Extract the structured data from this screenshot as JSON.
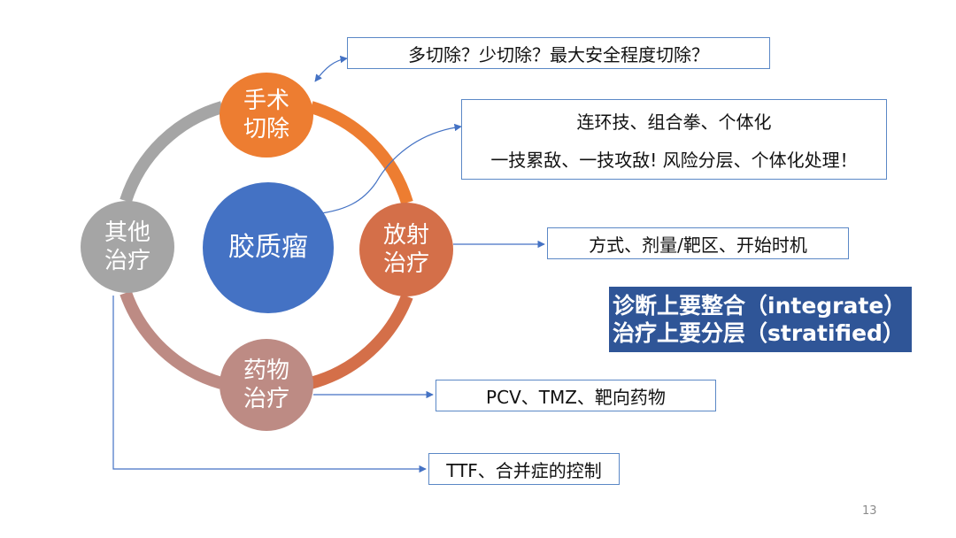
{
  "diagram": {
    "center": "胶质瘤",
    "nodes": {
      "surgery": [
        "手术",
        "切除"
      ],
      "radiotherapy": [
        "放射",
        "治疗"
      ],
      "drug": [
        "药物",
        "治疗"
      ],
      "other": [
        "其他",
        "治疗"
      ]
    },
    "notes": {
      "surgery": "多切除？少切除？最大安全程度切除？",
      "radiotherapy_line1": "连环技、组合拳、个体化",
      "radiotherapy_line2": "一技累敌、一技攻敌! 风险分层、个体化处理！",
      "radiotherapy_mode": "方式、剂量/靶区、开始时机",
      "drug": "PCV、TMZ、靶向药物",
      "other": "TTF、合并症的控制"
    },
    "banner": {
      "line1": "诊断上要整合（integrate）",
      "line2": "治疗上要分层（stratified）"
    },
    "page_number": "13"
  },
  "colors": {
    "center": "#4472C4",
    "surgery": "#ED7D31",
    "radiotherapy": "#D46F49",
    "drug": "#BD8B84",
    "other": "#A5A5A5",
    "connector": "#4472C4",
    "banner": "#2F5597"
  }
}
